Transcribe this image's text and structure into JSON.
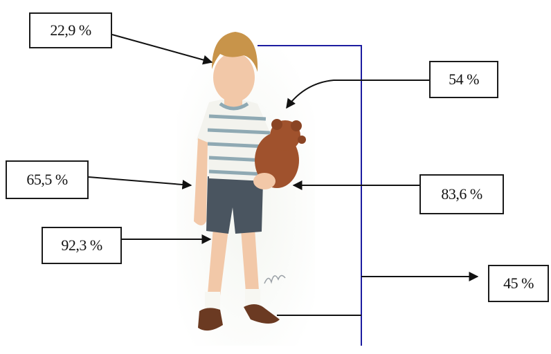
{
  "labels": {
    "head": "22,9 %",
    "bear": "54 %",
    "hand_left": "65,5 %",
    "bear_body": "83,6 %",
    "knee": "92,3 %",
    "total": "45 %"
  },
  "colors": {
    "frame_line": "#1c1ca0",
    "arrow": "#111111",
    "shirt_stripe": "#8fa9b3",
    "shorts": "#4a5560",
    "hair": "#c8944a",
    "skin": "#f2c8a8",
    "bear": "#a0522d",
    "shoes": "#6b3a22"
  }
}
